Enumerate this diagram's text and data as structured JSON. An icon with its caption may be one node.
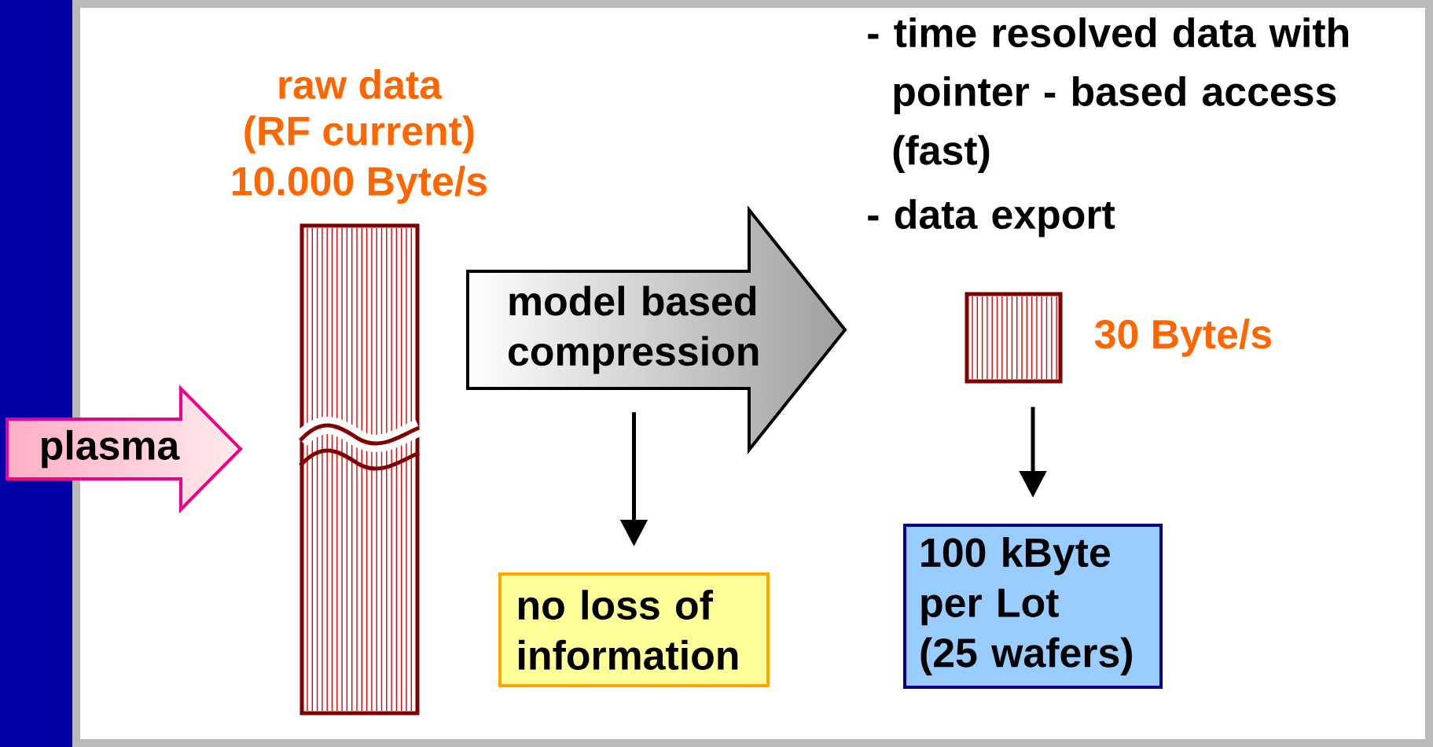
{
  "diagram": {
    "nodes": [
      {
        "text": [
          "plasma"
        ]
      },
      {
        "text": [],
        "shape": "bar",
        "beside": [
          "raw data",
          "(RF current)",
          "10.000 Byte/s"
        ]
      },
      {
        "text": [
          "model based compression"
        ]
      },
      {
        "text": [
          "no loss of information"
        ]
      },
      {
        "text": [],
        "shape": "bar",
        "beside": [
          "30 Byte/s"
        ]
      },
      {
        "text": [
          "100 kByte per Lot (25 wafers)"
        ]
      }
    ],
    "edges": [
      {
        "from": 2,
        "to": 3,
        "arrow": "to"
      },
      {
        "from": 4,
        "to": 5,
        "arrow": "to"
      }
    ],
    "labels": [
      "- time resolved data with pointer - based access (fast)",
      "- data export"
    ]
  }
}
